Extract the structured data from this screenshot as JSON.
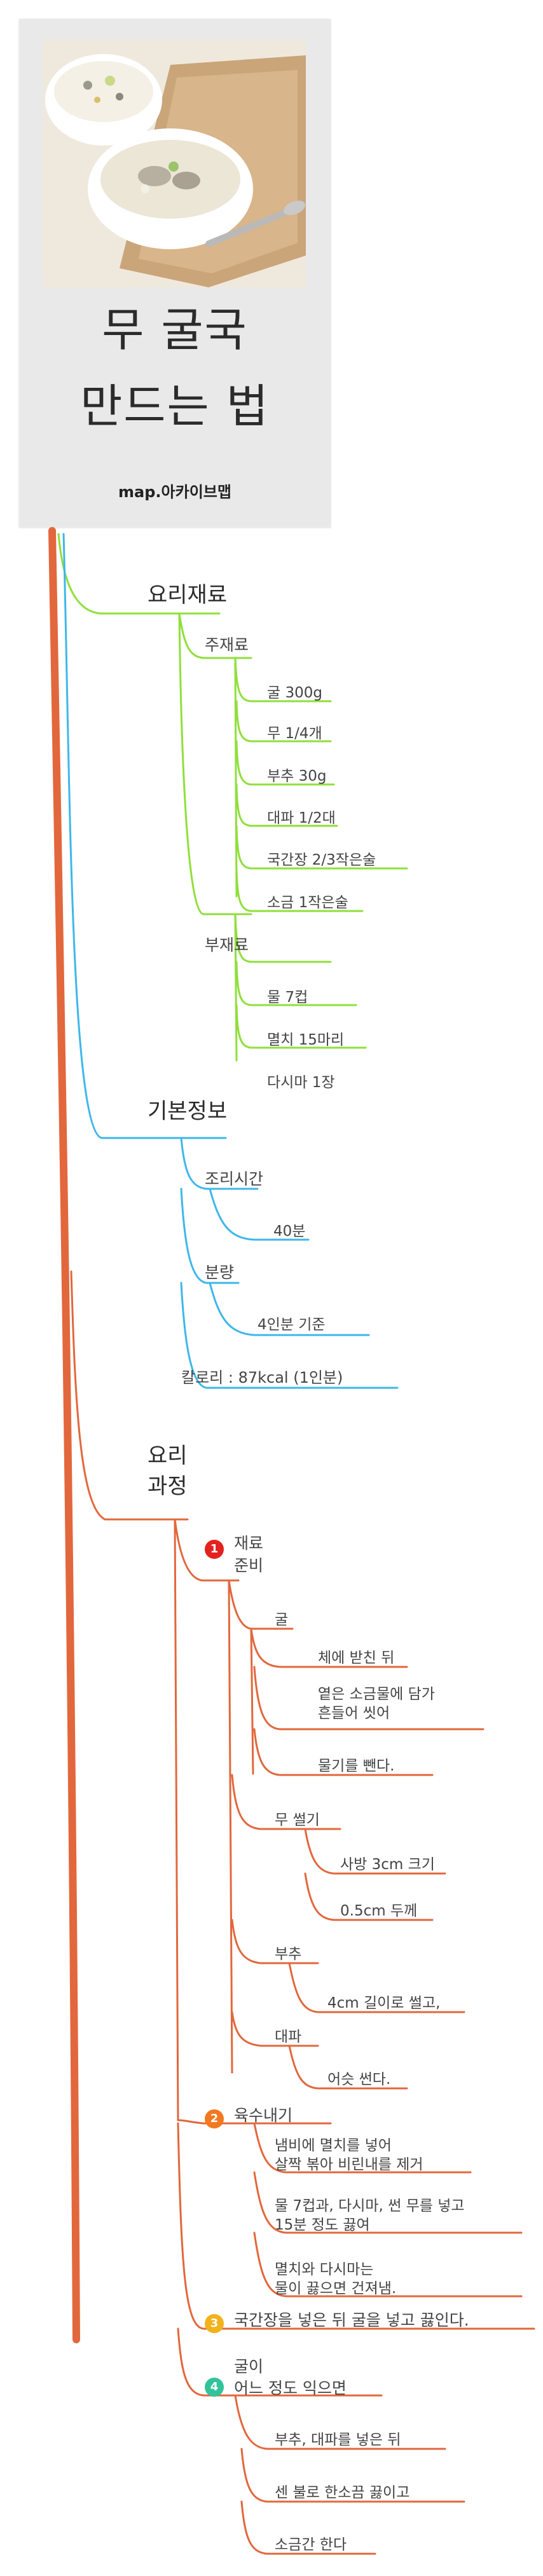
{
  "card": {
    "title_line1": "무 굴국",
    "title_line2": "만드는 법",
    "brand": "map.아카이브맵"
  },
  "colors": {
    "trunk": "#e2673c",
    "ingredients": "#8fdf3a",
    "basic_info": "#3db7ea",
    "process": "#e2673c"
  },
  "ingredients": {
    "title": "요리재료",
    "main_title": "주재료",
    "main_items": [
      "굴 300g",
      "무 1/4개",
      "부추 30g",
      "대파 1/2대",
      "국간장 2/3작은술",
      "소금 1작은술"
    ],
    "sub_title": "부재료",
    "sub_items": [
      "물 7컵",
      "멸치 15마리",
      "다시마 1장"
    ]
  },
  "basic_info": {
    "title": "기본정보",
    "time_label": "조리시간",
    "time_value": "40분",
    "serving_label": "분량",
    "serving_value": "4인분 기준",
    "calorie": "칼로리 : 87kcal (1인분)"
  },
  "process": {
    "title_line1": "요리",
    "title_line2": "과정",
    "step1": {
      "badge": "1",
      "label_line1": "재료",
      "label_line2": "준비",
      "oyster": {
        "label": "굴",
        "items": [
          "체에 받친 뒤",
          "옅은 소금물에 담가\n흔들어 씻어",
          "물기를 뺀다."
        ]
      },
      "radish": {
        "label": "무 썰기",
        "items": [
          "사방 3cm 크기",
          "0.5cm 두께"
        ]
      },
      "chives": {
        "label": "부추",
        "items": [
          "4cm 길이로 썰고,"
        ]
      },
      "leek": {
        "label": "대파",
        "items": [
          "어슷 썬다."
        ]
      }
    },
    "step2": {
      "badge": "2",
      "label": "육수내기",
      "items": [
        "냄비에 멸치를 넣어\n살짝 볶아 비린내를 제거",
        "물 7컵과, 다시마, 썬 무를 넣고\n15분 정도 끓여",
        "멸치와 다시마는\n물이 끓으면 건져냄."
      ]
    },
    "step3": {
      "badge": "3",
      "label": "국간장을 넣은 뒤 굴을 넣고 끓인다."
    },
    "step4": {
      "badge": "4",
      "label_line1": "굴이",
      "label_line2": "어느 정도 익으면",
      "items": [
        "부추, 대파를 넣은 뒤",
        "센 불로 한소끔 끓이고",
        "소금간 한다"
      ]
    }
  }
}
